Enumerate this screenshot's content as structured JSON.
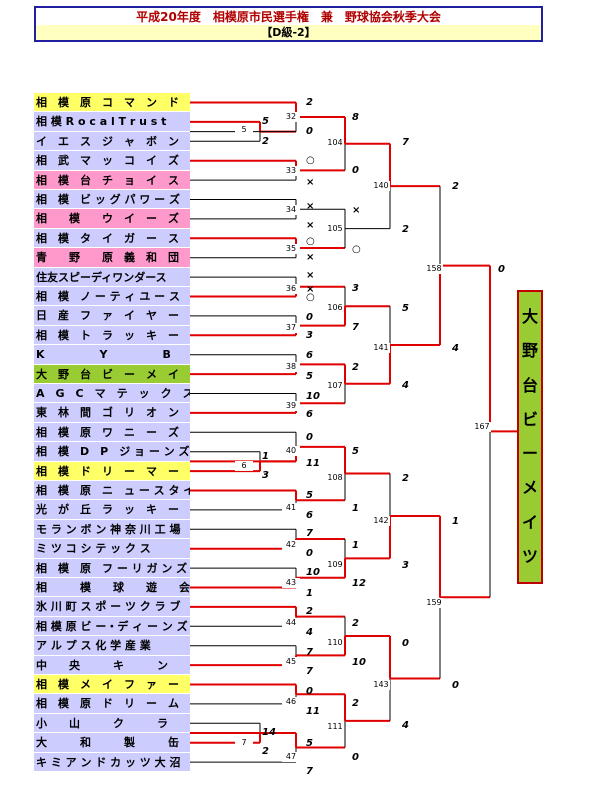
{
  "header": {
    "title": "平成20年度　相模原市民選手権　兼　野球協会秋季大会",
    "subtitle": "【D級-2】"
  },
  "teams": [
    {
      "name": "相　模　原　コ　マ　ン　ド",
      "color": "yellow"
    },
    {
      "name": "相 模 R o c a l  T r u s t",
      "color": "blue"
    },
    {
      "name": "イ　エ　ス　ジ　ャ　ボ　ン",
      "color": "blue"
    },
    {
      "name": "相　武　マ　ッ　コ　イ　ズ",
      "color": "blue"
    },
    {
      "name": "相　模　台　チ　ョ　イ　ス",
      "color": "pink"
    },
    {
      "name": "相　模　ビ ッ グ パ ワ ー ズ",
      "color": "blue"
    },
    {
      "name": "相　　模　　ウ　イ　ー　ズ",
      "color": "pink"
    },
    {
      "name": "相　模　タ　イ　ガ　ー　ス",
      "color": "blue"
    },
    {
      "name": "青　　野　　原　義　和　団",
      "color": "pink"
    },
    {
      "name": "住友スピーディワンダース",
      "color": "blue"
    },
    {
      "name": "相　模　ノ ー テ ィ ユ ー ス",
      "color": "blue"
    },
    {
      "name": "日　産　フ　ァ　イ　ヤ　ー　ズ",
      "color": "blue"
    },
    {
      "name": "相　模　ト　ラ　ッ　キ　ー　ズ",
      "color": "blue"
    },
    {
      "name": "K　　　　　Y　　　　　B",
      "color": "blue"
    },
    {
      "name": "大　野　台　ビ　ー　メ　イ　ツ",
      "color": "green"
    },
    {
      "name": "A　G　C　マ　テ　ッ　ク　ス",
      "color": "blue"
    },
    {
      "name": "東　林　間　ゴ　リ　オ　ン　ズ",
      "color": "blue"
    },
    {
      "name": "相　模　原　ワ　ニ　ー　ズ",
      "color": "blue"
    },
    {
      "name": "相　模　D　P　ジ ョ ー ン ズ",
      "color": "blue"
    },
    {
      "name": "相　模　ド　リ　ー　マ　ー　ズ",
      "color": "yellow"
    },
    {
      "name": "相　模　原　ニ　ュ ー ス タ イ ル",
      "color": "blue"
    },
    {
      "name": "光　が　丘　ラ　ッ　キ　ー　ズ",
      "color": "blue"
    },
    {
      "name": "モ ラ ン ボ ン 神 奈 川 工 場",
      "color": "blue"
    },
    {
      "name": "ミ ツ コ シ テ ッ ク ス",
      "color": "blue"
    },
    {
      "name": "相　模　原　フ ー リ ガ ン ズ",
      "color": "blue"
    },
    {
      "name": "相　　　模　　球　　遊　　会",
      "color": "blue"
    },
    {
      "name": "氷 川 町 ス ポ ー ツ ク ラ ブ",
      "color": "blue"
    },
    {
      "name": "相 模 原 ビ ー・デ ィ ー ン ズ",
      "color": "blue"
    },
    {
      "name": "ア ル プ ス 化 学 産 業",
      "color": "blue"
    },
    {
      "name": "中　　央　　　キ　　　ン　　　グ",
      "color": "blue"
    },
    {
      "name": "相　模　メ　イ　フ　ァ　ー　ズ",
      "color": "yellow"
    },
    {
      "name": "相　模　原　ド　リ　ー　ム　ズ",
      "color": "blue"
    },
    {
      "name": "小　　山　　　ク　　　ラ　　　ブ",
      "color": "blue"
    },
    {
      "name": "大　　　和　　　製　　　缶",
      "color": "blue"
    },
    {
      "name": "キ ミ ア ン ド カ ッ ツ 大 沼",
      "color": "blue"
    }
  ],
  "game_numbers": [
    "5",
    "32",
    "33",
    "34",
    "35",
    "36",
    "37",
    "38",
    "39",
    "6",
    "40",
    "41",
    "42",
    "43",
    "44",
    "45",
    "46",
    "7",
    "47",
    "104",
    "105",
    "106",
    "107",
    "108",
    "109",
    "110",
    "111",
    "140",
    "141",
    "142",
    "143",
    "158",
    "159",
    "167"
  ],
  "scores": [
    "2",
    "5",
    "0",
    "2",
    "8",
    "7",
    "○",
    "0",
    "×",
    "×",
    "×",
    "×",
    "○",
    "2",
    "○",
    "×",
    "×",
    "×",
    "○",
    "3",
    "5",
    "0",
    "7",
    "3",
    "2",
    "6",
    "2",
    "5",
    "4",
    "10",
    "6",
    "4",
    "0",
    "0",
    "1",
    "5",
    "11",
    "3",
    "2",
    "5",
    "1",
    "6",
    "1",
    "7",
    "1",
    "0",
    "3",
    "10",
    "12",
    "1",
    "2",
    "2",
    "4",
    "0",
    "7",
    "10",
    "7",
    "0",
    "2",
    "11",
    "4",
    "14",
    "5",
    "2",
    "0",
    "7",
    "0"
  ],
  "champion": {
    "chars": [
      "大",
      "野",
      "台",
      "ビ",
      "ー",
      "メ",
      "イ",
      "ツ"
    ]
  }
}
